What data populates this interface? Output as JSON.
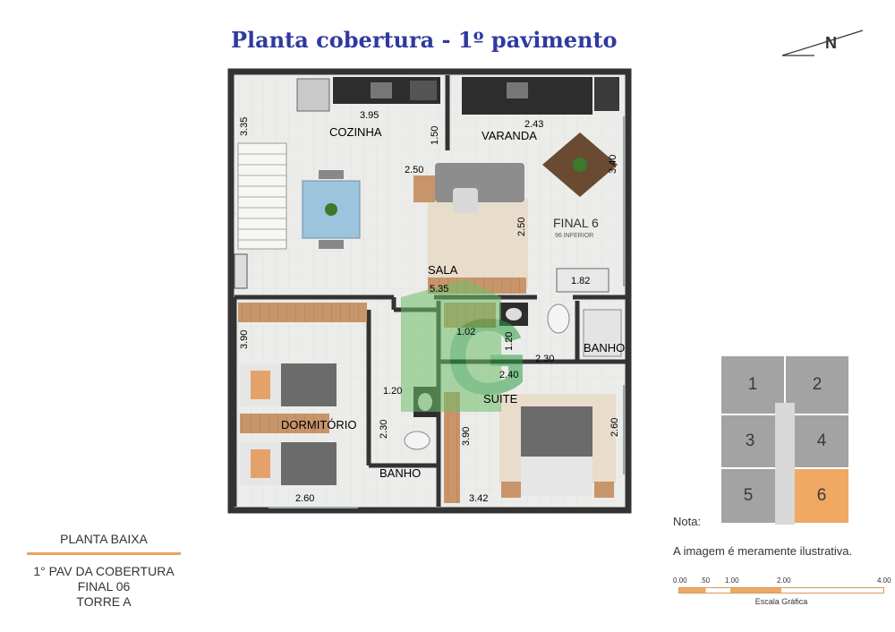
{
  "title": "Planta cobertura - 1º pavimento",
  "north_label": "N",
  "rooms": {
    "cozinha": "COZINHA",
    "varanda": "VARANDA",
    "final": "FINAL 6",
    "final_sub": "96 INFERIOR",
    "sala": "SALA",
    "banho1": "BANHO",
    "suite": "SUITE",
    "dormitorio": "DORMITÓRIO",
    "banho2": "BANHO"
  },
  "dims": {
    "d335": "3.35",
    "d395": "3.95",
    "d150": "1.50",
    "d243": "2.43",
    "d340": "3.40",
    "d250a": "2.50",
    "d250b": "2.50",
    "d182": "1.82",
    "d535": "5.35",
    "d102": "1.02",
    "d120a": "1.20",
    "d230a": "2.30",
    "d390a": "3.90",
    "d240": "2.40",
    "d120b": "1.20",
    "d230b": "2.30",
    "d390b": "3.90",
    "d260a": "2.60",
    "d260b": "2.60",
    "d342": "3.42"
  },
  "legend": {
    "title": "PLANTA BAIXA",
    "line1": "1° PAV DA COBERTURA",
    "line2": "FINAL 06",
    "line3": "TORRE A"
  },
  "key_plan": {
    "units": [
      "1",
      "2",
      "3",
      "4",
      "5",
      "6"
    ],
    "selected": "6"
  },
  "note": {
    "label": "Nota:",
    "text": "A imagem é meramente ilustrativa."
  },
  "scale": {
    "ticks": [
      "0.00",
      ".50",
      "1.00",
      "2.00",
      "4.00"
    ],
    "caption": "Escala Gráfica"
  },
  "colors": {
    "wood": "#c8956a",
    "accent": "#efa963",
    "title": "#2f3aa0",
    "watermark": "#2e9e45"
  }
}
